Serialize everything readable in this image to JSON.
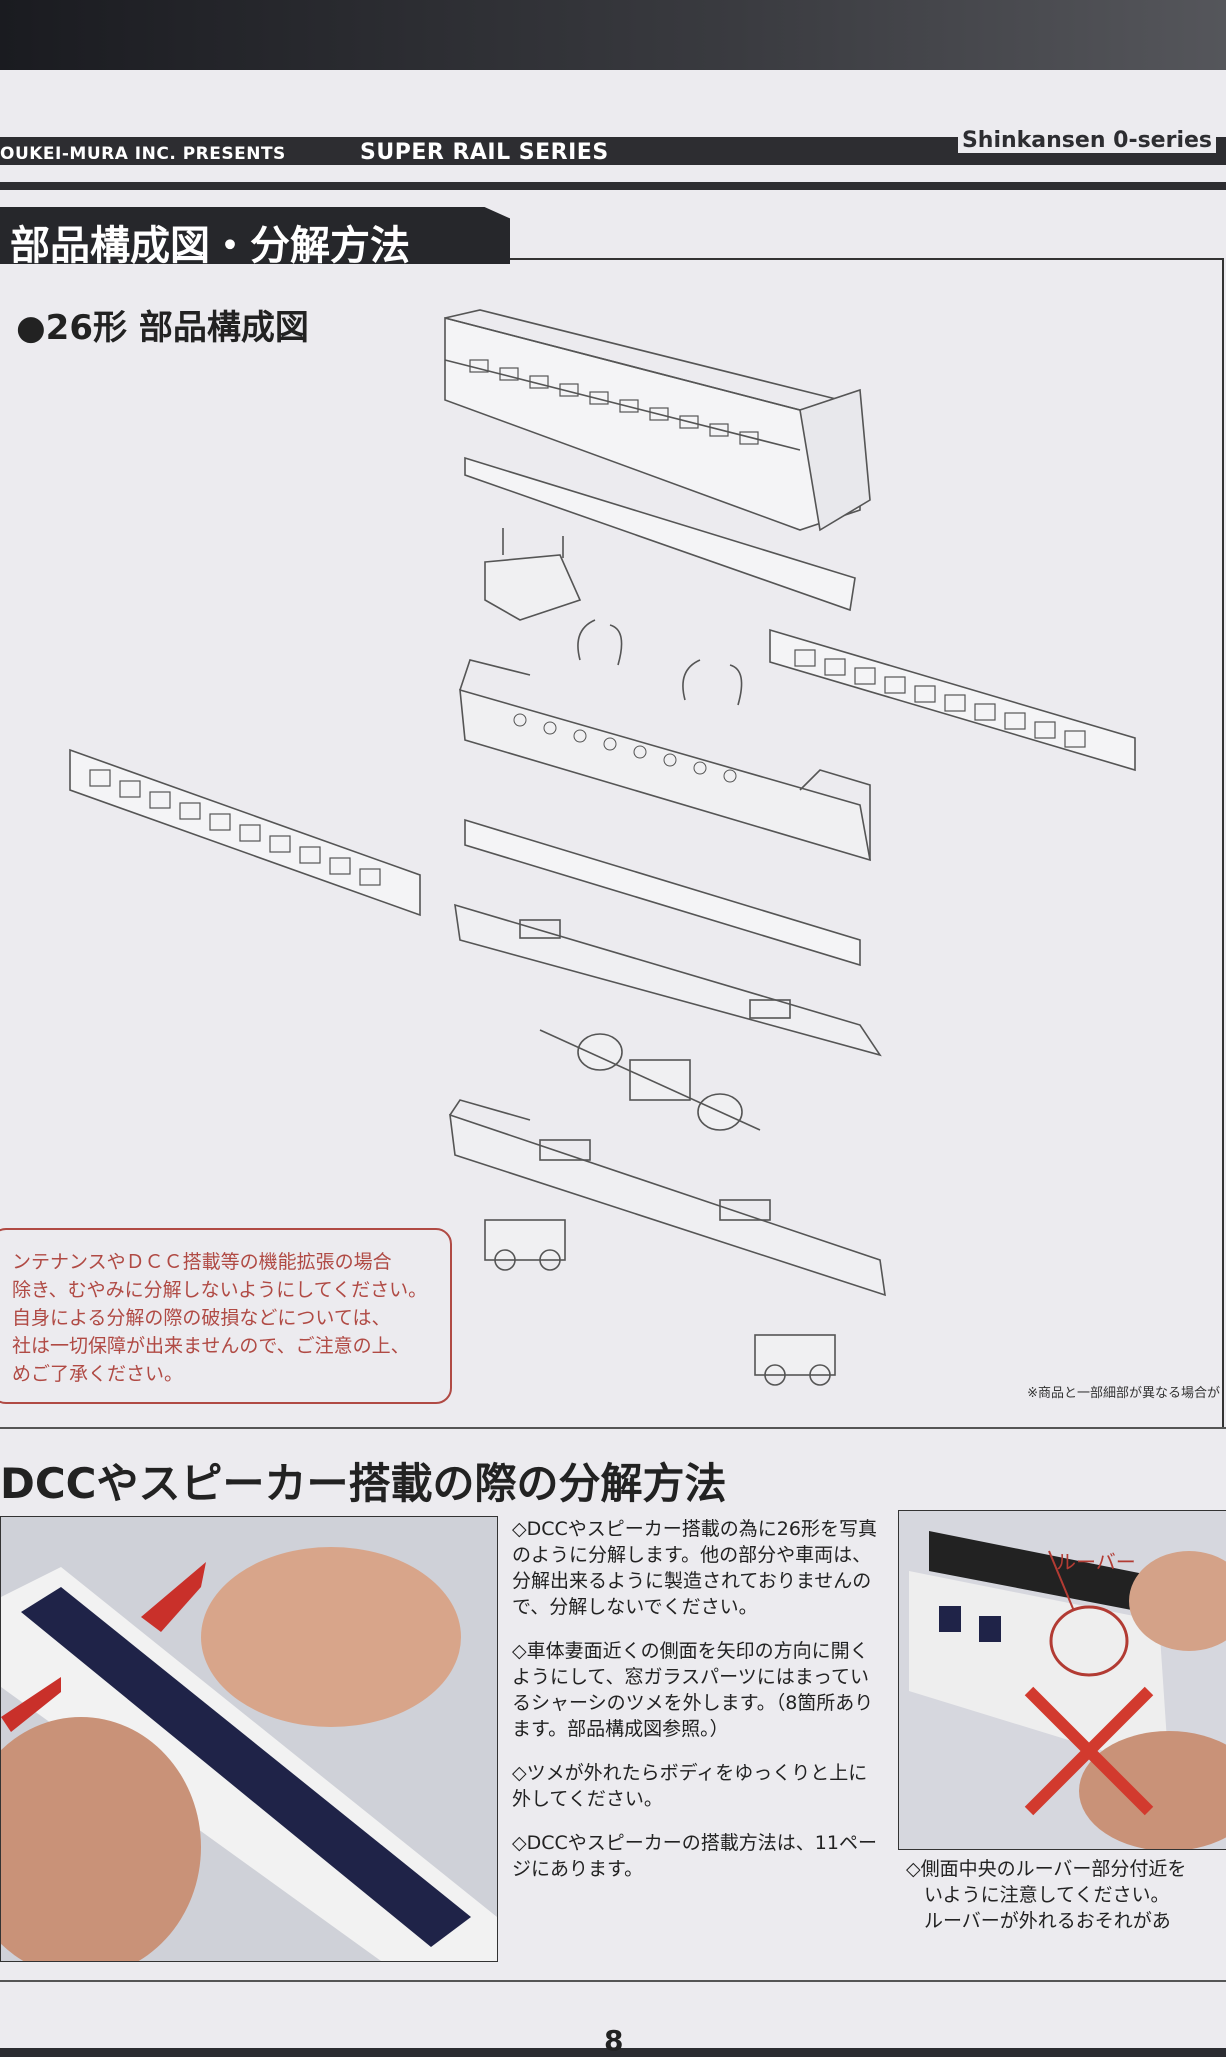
{
  "header": {
    "left": "OUKEI-MURA INC. PRESENTS",
    "series": "SUPER RAIL SERIES",
    "right": "Shinkansen 0-series"
  },
  "section1": {
    "title": "部品構成図・分解方法",
    "subtitle": "●26形 部品構成図"
  },
  "warning": {
    "lines": [
      "ンテナンスやＤＣＣ搭載等の機能拡張の場合",
      "除き、むやみに分解しないようにしてください。",
      "自身による分解の際の破損などについては、",
      "社は一切保障が出来ませんので、ご注意の上、",
      "めご了承ください。"
    ]
  },
  "note": "※商品と一部細部が異なる場合が",
  "section2": {
    "title": "DCCやスピーカー搭載の際の分解方法",
    "paragraphs": [
      "◇DCCやスピーカー搭載の為に26形を写真のように分解します。他の部分や車両は、分解出来るように製造されておりませんので、分解しないでください。",
      "◇車体妻面近くの側面を矢印の方向に開くようにして、窓ガラスパーツにはまっているシャーシのツメを外します。（8箇所あります。部品構成図参照。）",
      "◇ツメが外れたらボディをゆっくりと上に外してください。",
      "◇DCCやスピーカーの搭載方法は、11ページにあります。"
    ],
    "louver_label": "ルーバー",
    "side_caption_lines": [
      "◇側面中央のルーバー部分付近を",
      "いように注意してください。",
      "ルーバーが外れるおそれがあ"
    ]
  },
  "page_number": "8"
}
